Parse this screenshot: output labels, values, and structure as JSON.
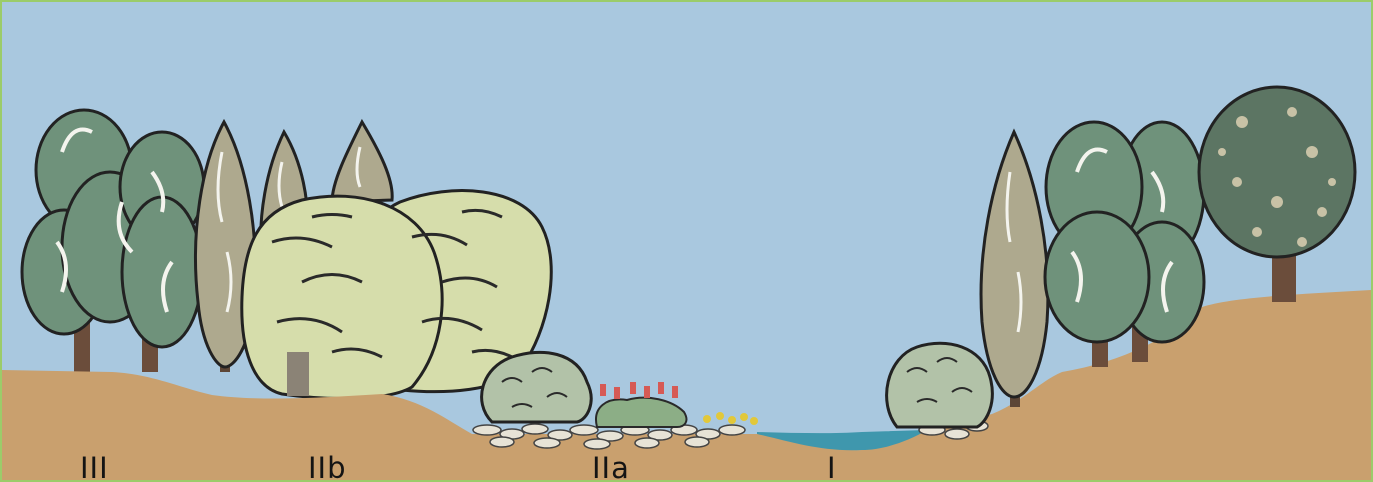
{
  "colors": {
    "sky": "#a9c8df",
    "ground": "#c9a06e",
    "water": "#3f97ad",
    "frame": "#9bcc6a",
    "tree_green": "#6f927b",
    "poplar": "#aea98e",
    "willow": "#d6ddab",
    "shrub": "#b2c2a8",
    "round_tree": "#5c7563",
    "flowers_red": "#d65a55",
    "flowers_yellow": "#e2c83a"
  },
  "zones": [
    {
      "label": "III"
    },
    {
      "label": "IIb"
    },
    {
      "label": "IIa"
    },
    {
      "label": "I"
    }
  ]
}
